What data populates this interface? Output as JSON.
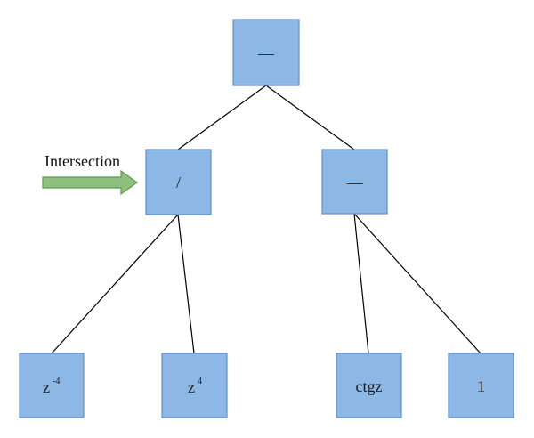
{
  "tree": {
    "nodes": [
      {
        "id": "root",
        "label": "—"
      },
      {
        "id": "div",
        "label": "/"
      },
      {
        "id": "minus",
        "label": "—"
      },
      {
        "id": "zneg4",
        "label": "z",
        "sup": "-4"
      },
      {
        "id": "z4",
        "label": "z",
        "sup": "4"
      },
      {
        "id": "ctgz",
        "label": "ctgz"
      },
      {
        "id": "one",
        "label": "1"
      }
    ],
    "edges": [
      [
        "root",
        "div"
      ],
      [
        "root",
        "minus"
      ],
      [
        "div",
        "zneg4"
      ],
      [
        "div",
        "z4"
      ],
      [
        "minus",
        "ctgz"
      ],
      [
        "minus",
        "one"
      ]
    ]
  },
  "annotation": {
    "label": "Intersection",
    "target": "div"
  },
  "colors": {
    "node_fill": "#8db8e6",
    "node_stroke": "#5f8fc4",
    "arrow_fill": "#8dc07c",
    "arrow_stroke": "#5f9a4e",
    "edge": "#000000"
  }
}
